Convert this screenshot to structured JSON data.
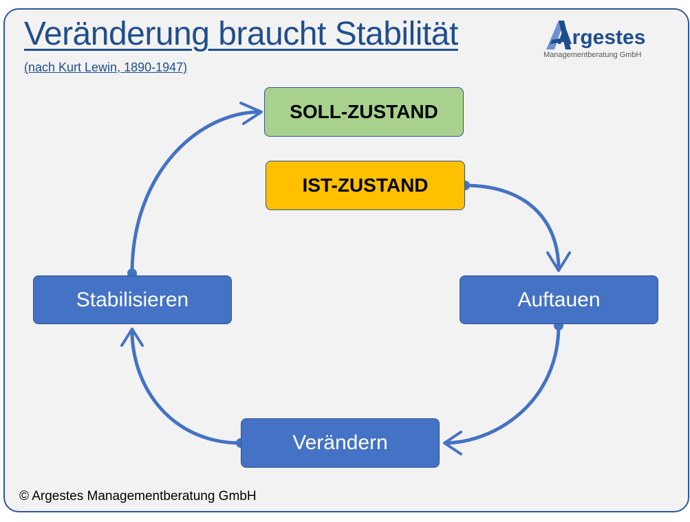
{
  "title": "Veränderung braucht Stabilität",
  "subtitle": "(nach Kurt Lewin, 1890-1947)",
  "logo": {
    "word": "Argestes",
    "tagline": "Managementberatung GmbH"
  },
  "states": {
    "target": "SOLL-ZUSTAND",
    "current": "IST-ZUSTAND"
  },
  "steps": {
    "unfreeze": "Auftauen",
    "change": "Verändern",
    "refreeze": "Stabilisieren"
  },
  "copyright": "© Argestes Managementberatung GmbH",
  "colors": {
    "frame": "#2f5597",
    "target": "#a9d18e",
    "current": "#ffc000",
    "step": "#4472c4",
    "arrow": "#4472c4",
    "title": "#1f4e8c"
  }
}
